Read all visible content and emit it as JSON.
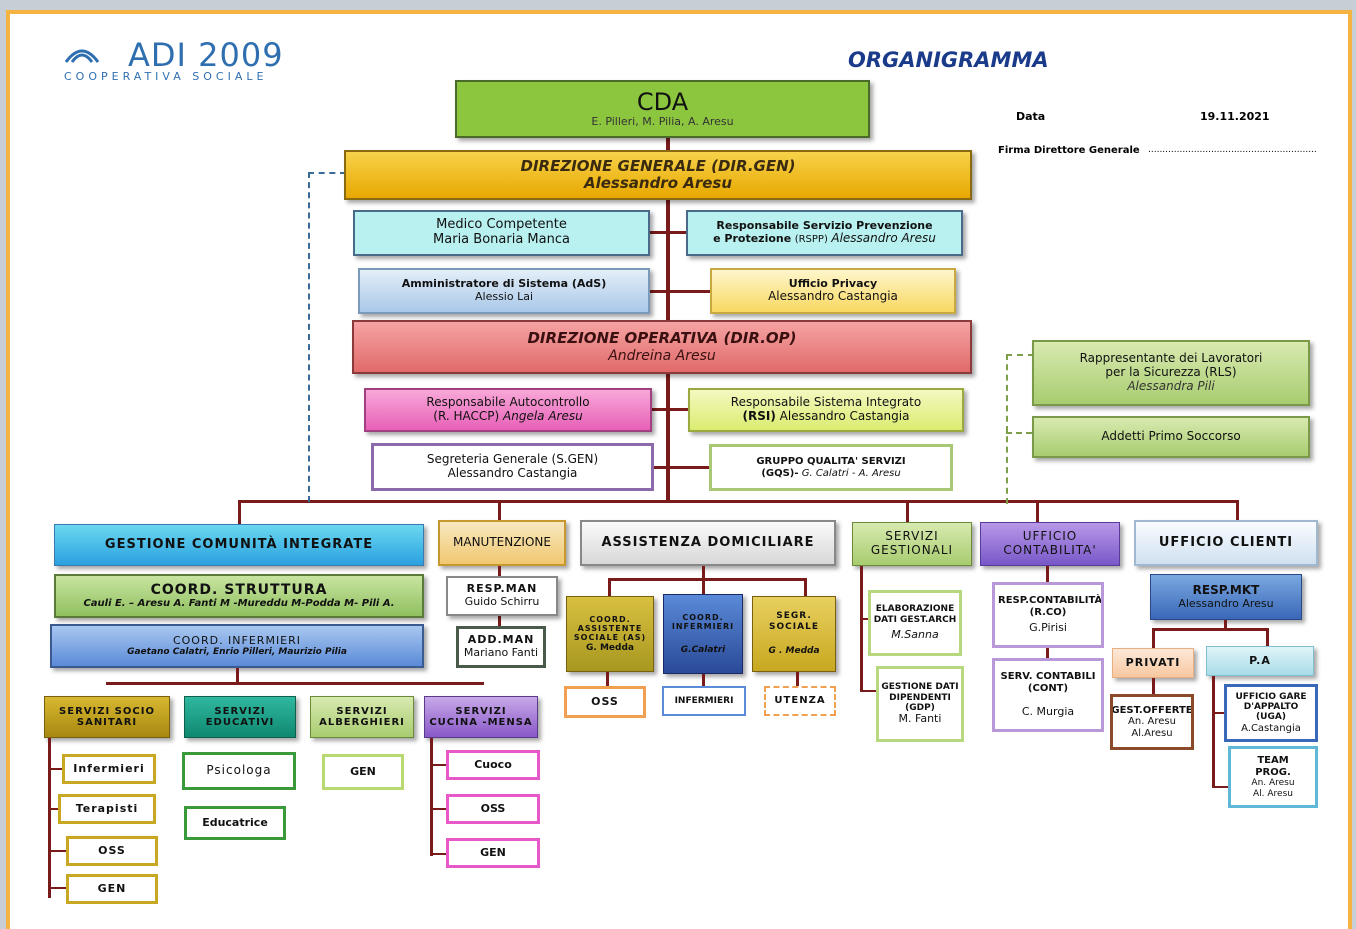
{
  "logo": {
    "name": "ADI 2009",
    "tagline": "COOPERATIVA SOCIALE"
  },
  "title": "ORGANIGRAMMA",
  "meta": {
    "data_label": "Data",
    "data_value": "19.11.2021",
    "firma_label": "Firma Direttore Generale",
    "firma_line": "..........................................................."
  },
  "cda": {
    "title": "CDA",
    "members": "E.  Pilleri, M. Pilia, A. Aresu"
  },
  "dir_gen": {
    "title": "DIREZIONE GENERALE (DIR.GEN)",
    "name": "Alessandro Aresu"
  },
  "medico": {
    "title": "Medico Competente",
    "name": "Maria Bonaria Manca"
  },
  "rspp": {
    "title": "Responsabile Servizio Prevenzione",
    "line2": "e Protezione",
    "code": "(RSPP)",
    "name": "Alessandro Aresu"
  },
  "ads": {
    "title": "Amministratore di Sistema (AdS)",
    "name": "Alessio Lai"
  },
  "privacy": {
    "title": "Ufficio Privacy",
    "name": "Alessandro Castangia"
  },
  "dir_op": {
    "title": "DIREZIONE OPERATIVA (DIR.OP)",
    "name": "Andreina Aresu"
  },
  "haccp": {
    "title": "Responsabile Autocontrollo",
    "code": "(R. HACCP)",
    "name": "Angela Aresu"
  },
  "rsi": {
    "title": "Responsabile Sistema Integrato",
    "code": "(RSI)",
    "name": "Alessandro Castangia"
  },
  "sgen": {
    "title": "Segreteria Generale (S.GEN)",
    "name": "Alessandro Castangia"
  },
  "gqs": {
    "title": "GRUPPO QUALITA' SERVIZI",
    "code": "(GQS)-",
    "name": "G. Calatri -  A. Aresu"
  },
  "rls": {
    "title": "Rappresentante dei Lavoratori",
    "line2": "per la Sicurezza (RLS)",
    "name": "Alessandra Pili"
  },
  "primo_soccorso": {
    "title": "Addetti Primo Soccorso"
  },
  "gci": {
    "title": "GESTIONE COMUNITÀ INTEGRATE",
    "coord_title": "COORD. STRUTTURA",
    "coord_names": "Cauli E. – Aresu A. Fanti M -Mureddu M-Podda M- Pili A.",
    "inf_title": "COORD. INFERMIERI",
    "inf_names": "Gaetano Calatri, Enrio Pilleri, Maurizio Pilia"
  },
  "sss": {
    "title": "SERVIZI SOCIO SANITARI",
    "items": [
      "Infermieri",
      "Terapisti",
      "OSS",
      "GEN"
    ]
  },
  "se": {
    "title": "SERVIZI EDUCATIVI",
    "items": [
      "Psicologa",
      "Educatrice"
    ]
  },
  "sa": {
    "title": "SERVIZI ALBERGHIERI",
    "items": [
      "GEN"
    ]
  },
  "scm": {
    "title": "SERVIZI CUCINA -MENSA",
    "items": [
      "Cuoco",
      "OSS",
      "GEN"
    ]
  },
  "man": {
    "title": "MANUTENZIONE",
    "resp_title": "RESP.MAN",
    "resp_name": "Guido Schirru",
    "add_title": "ADD.MAN",
    "add_name": "Mariano Fanti"
  },
  "ad": {
    "title": "ASSISTENZA DOMICILIARE",
    "coord_as": "COORD. ASSISTENTE SOCIALE (AS)",
    "coord_as_name": "G. Medda",
    "coord_inf": "COORD. INFERMIERI",
    "coord_inf_name": "G.Calatri",
    "segr": "SEGR. SOCIALE",
    "segr_name": "G . Medda",
    "oss": "OSS",
    "infermieri": "INFERMIERI",
    "utenza": "UTENZA"
  },
  "sg": {
    "title": "SERVIZI GESTIONALI",
    "item1": "ELABORAZIONE DATI GEST.ARCH",
    "item1_name": "M.Sanna",
    "item2": "GESTIONE DATI DIPENDENTI (GDP)",
    "item2_name": "M. Fanti"
  },
  "uc": {
    "title": "UFFICIO CONTABILITA'",
    "rco": "RESP.CONTABILITÀ (R.CO)",
    "rco_name": "G.Pirisi",
    "cont": "SERV. CONTABILI (CONT)",
    "cont_name": "C. Murgia"
  },
  "ucl": {
    "title": "UFFICIO CLIENTI",
    "mkt": "RESP.MKT",
    "mkt_name": "Alessandro Aresu",
    "privati": "PRIVATI",
    "pa": "P.A",
    "gest_off": "GEST.OFFERTE",
    "gest_off_names": "An. Aresu Al.Aresu",
    "uga": "UFFICIO GARE D'APPALTO (UGA)",
    "uga_name": "A.Castangia",
    "team": "TEAM PROG.",
    "team_names": "An. Aresu Al. Aresu"
  },
  "colors": {
    "frame": "#f5b342",
    "line": "#7a1b1b",
    "title": "#1a3a8a"
  }
}
